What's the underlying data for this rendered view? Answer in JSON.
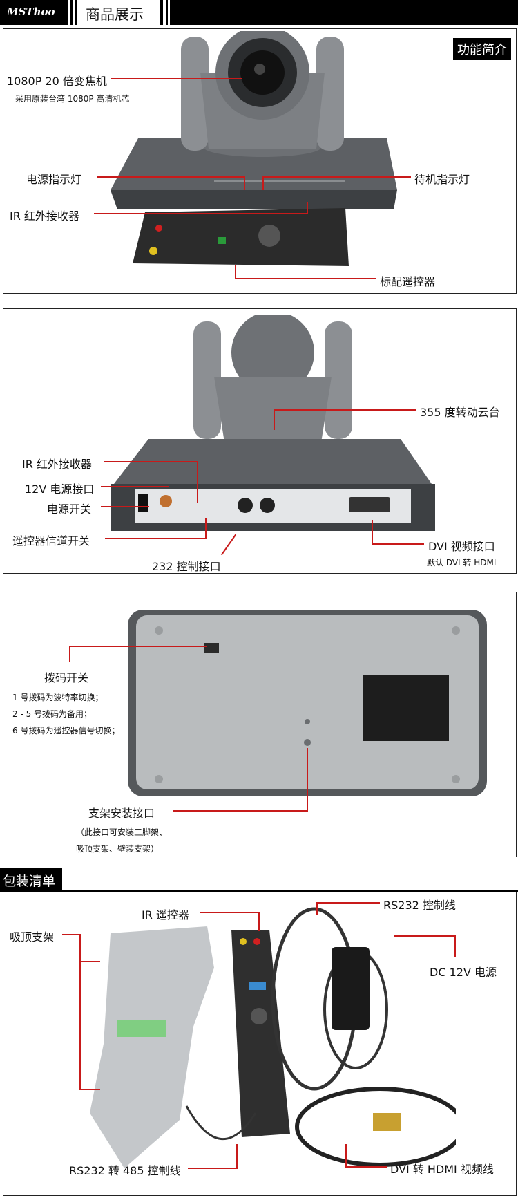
{
  "header": {
    "logo": "MSThoo",
    "title": "商品展示"
  },
  "panel1": {
    "badge": "功能简介",
    "zoom_camera": "1080P  20 倍变焦机",
    "zoom_camera_sub": "采用原装台湾 1080P 高清机芯",
    "power_led": "电源指示灯",
    "standby_led": "待机指示灯",
    "ir_receiver": "IR 红外接收器",
    "remote": "标配遥控器"
  },
  "panel2": {
    "pan_tilt": "355 度转动云台",
    "ir_receiver": "IR 红外接收器",
    "power_port": "12V 电源接口",
    "power_switch": "电源开关",
    "channel_switch": "遥控器信道开关",
    "rs232_port": "232 控制接口",
    "dvi_port": "DVI 视频接口",
    "dvi_sub": "默认 DVI 转 HDMI"
  },
  "panel3": {
    "dip_switch": "拨码开关",
    "dip_line1": "1 号拨码为波特率切换；",
    "dip_line2": "2 - 5 号拨码为备用；",
    "dip_line3": "6 号拨码为遥控器信号切换；",
    "mount": "支架安装接口",
    "mount_sub1": "（此接口可安装三脚架、",
    "mount_sub2": "吸顶支架、壁装支架）"
  },
  "panel4": {
    "section_title": "包装清单",
    "ceiling_bracket": "吸顶支架",
    "ir_remote": "IR 遥控器",
    "rs232_cable": "RS232 控制线",
    "dc_power": "DC 12V 电源",
    "rs232_485": "RS232 转 485 控制线",
    "dvi_hdmi": "DVI 转 HDMI 视频线"
  },
  "colors": {
    "accent": "#c81a1a",
    "bar": "#000000"
  }
}
